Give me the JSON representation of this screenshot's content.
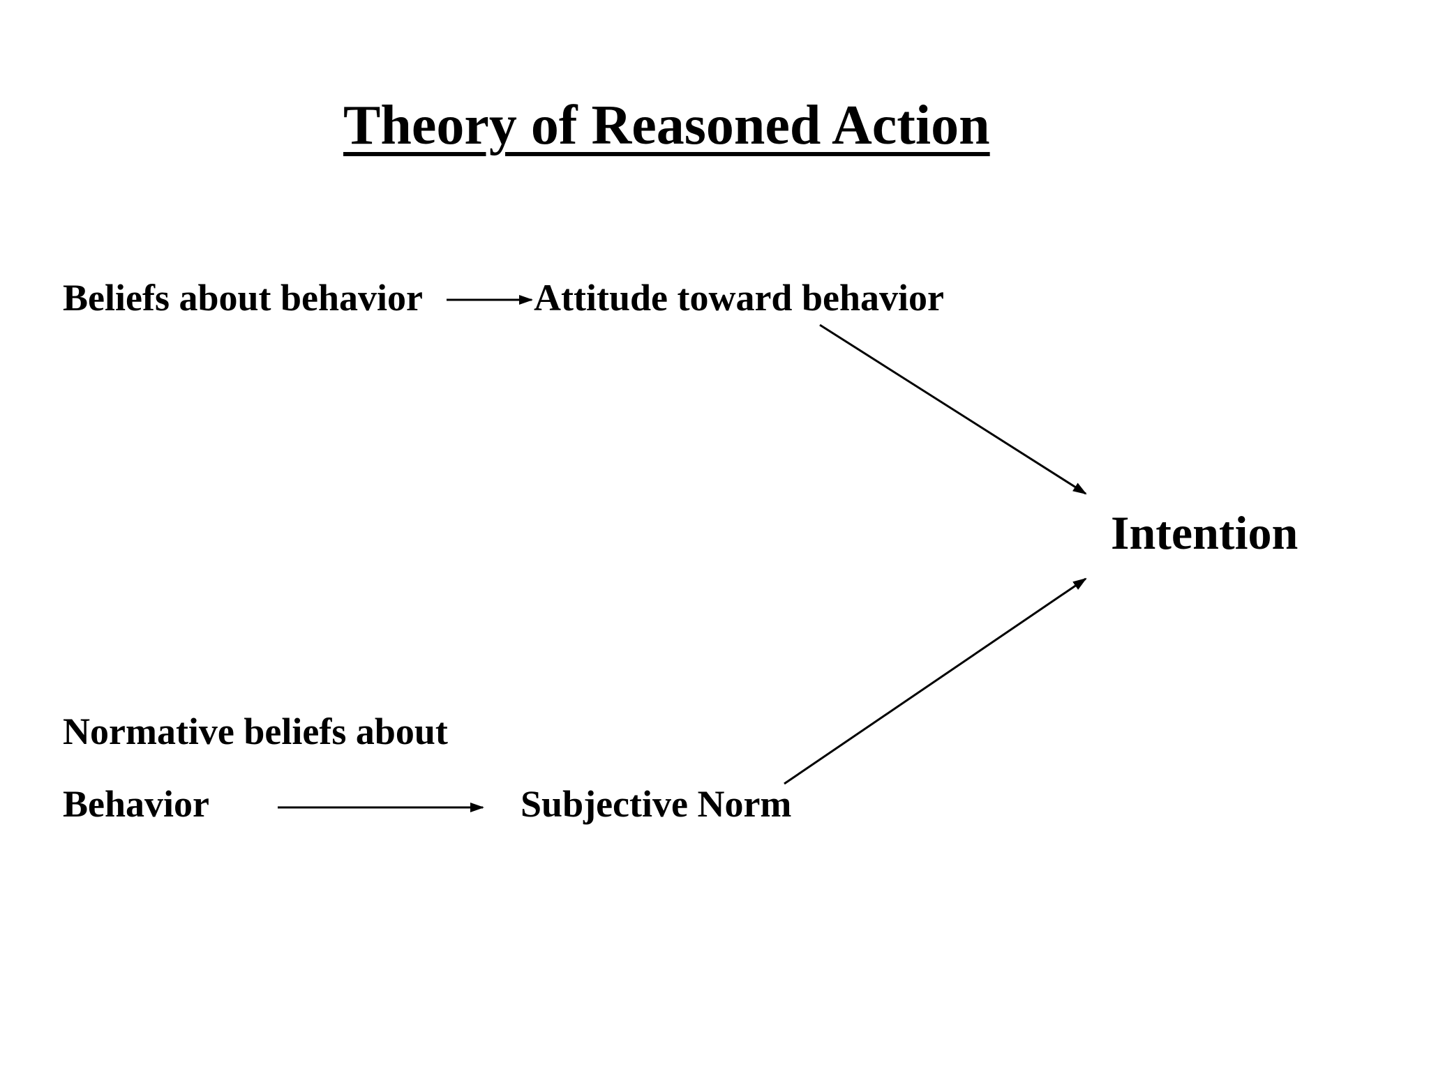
{
  "diagram": {
    "title": "Theory of Reasoned Action",
    "nodes": {
      "beliefs_about_behavior": "Beliefs about behavior",
      "attitude_toward_behavior": "Attitude toward behavior",
      "intention": "Intention",
      "normative_beliefs_line1": "Normative beliefs about",
      "normative_beliefs_line2": "Behavior",
      "subjective_norm": "Subjective Norm"
    },
    "edges": [
      {
        "from": "Beliefs about behavior",
        "to": "Attitude toward behavior"
      },
      {
        "from": "Attitude toward behavior",
        "to": "Intention"
      },
      {
        "from": "Normative beliefs about Behavior",
        "to": "Subjective Norm"
      },
      {
        "from": "Subjective Norm",
        "to": "Intention"
      }
    ]
  }
}
